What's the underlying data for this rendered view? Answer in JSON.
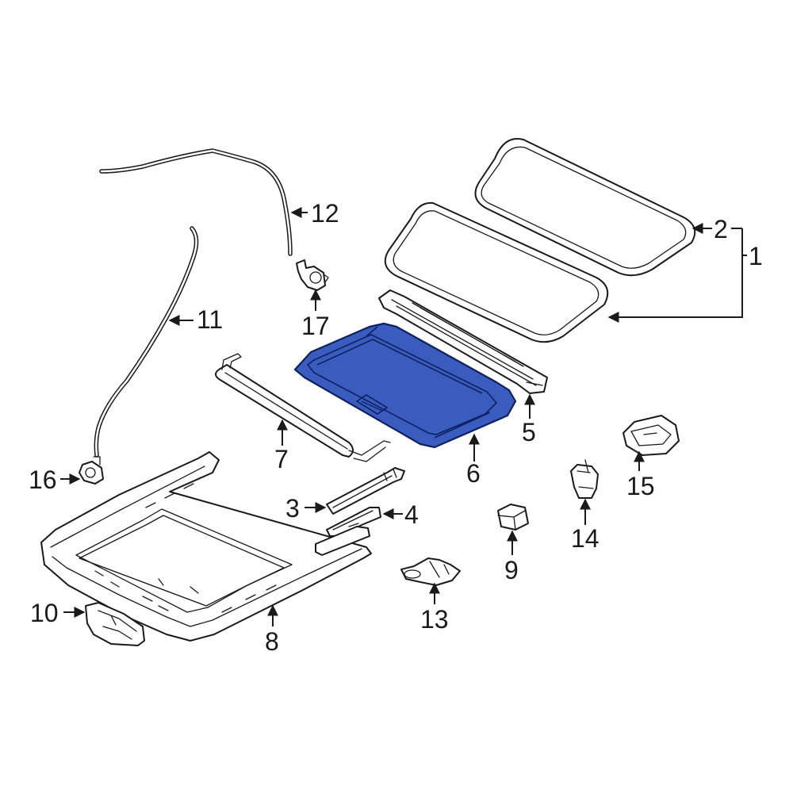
{
  "diagram": {
    "highlight_color": "#3a5cbf",
    "line_color": "#1a1a1a",
    "background": "#ffffff",
    "callouts": {
      "c1": "1",
      "c2": "2",
      "c3": "3",
      "c4": "4",
      "c5": "5",
      "c6": "6",
      "c7": "7",
      "c8": "8",
      "c9": "9",
      "c10": "10",
      "c11": "11",
      "c12": "12",
      "c13": "13",
      "c14": "14",
      "c15": "15",
      "c16": "16",
      "c17": "17"
    }
  }
}
